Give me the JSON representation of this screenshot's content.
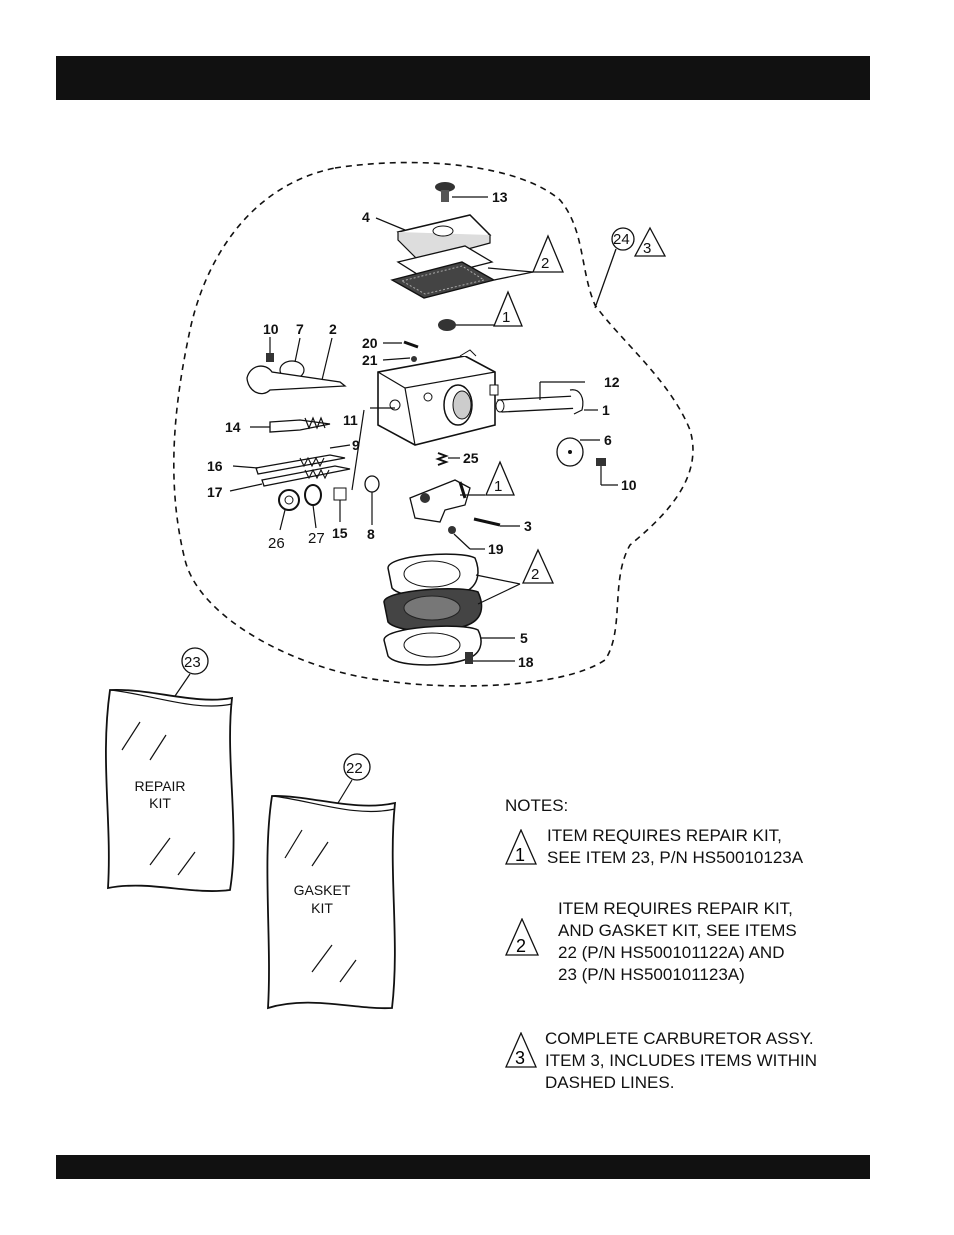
{
  "header": {
    "title": ""
  },
  "diagram": {
    "callouts": {
      "c13": "13",
      "c4": "4",
      "c1a": "1",
      "c2a": "2",
      "c24": "24",
      "c3a": "3",
      "c10a": "10",
      "c7": "7",
      "c2b": "2",
      "c20": "20",
      "c21": "21",
      "c12": "12",
      "c1b": "1",
      "c14": "14",
      "c11": "11",
      "c9": "9",
      "c6": "6",
      "c16": "16",
      "c25": "25",
      "c10b": "10",
      "c17": "17",
      "c1c": "1",
      "c26": "26",
      "c27": "27",
      "c15": "15",
      "c8": "8",
      "c3b": "3",
      "c19": "19",
      "c2c": "2",
      "c5": "5",
      "c18": "18",
      "c23": "23",
      "c22": "22"
    },
    "kits": {
      "repair": {
        "line1": "REPAIR",
        "line2": "KIT"
      },
      "gasket": {
        "line1": "GASKET",
        "line2": "KIT"
      }
    }
  },
  "notes": {
    "title": "NOTES:",
    "items": [
      {
        "marker": "1",
        "lines": [
          "ITEM REQUIRES REPAIR KIT,",
          "SEE ITEM 23, P/N HS50010123A"
        ]
      },
      {
        "marker": "2",
        "lines": [
          "ITEM REQUIRES REPAIR KIT,",
          "AND GASKET KIT, SEE ITEMS",
          "22 (P/N HS500101122A) AND",
          "23 (P/N HS500101123A)"
        ]
      },
      {
        "marker": "3",
        "lines": [
          "COMPLETE CARBURETOR ASSY.",
          "ITEM 3, INCLUDES ITEMS WITHIN",
          "DASHED LINES."
        ]
      }
    ]
  }
}
